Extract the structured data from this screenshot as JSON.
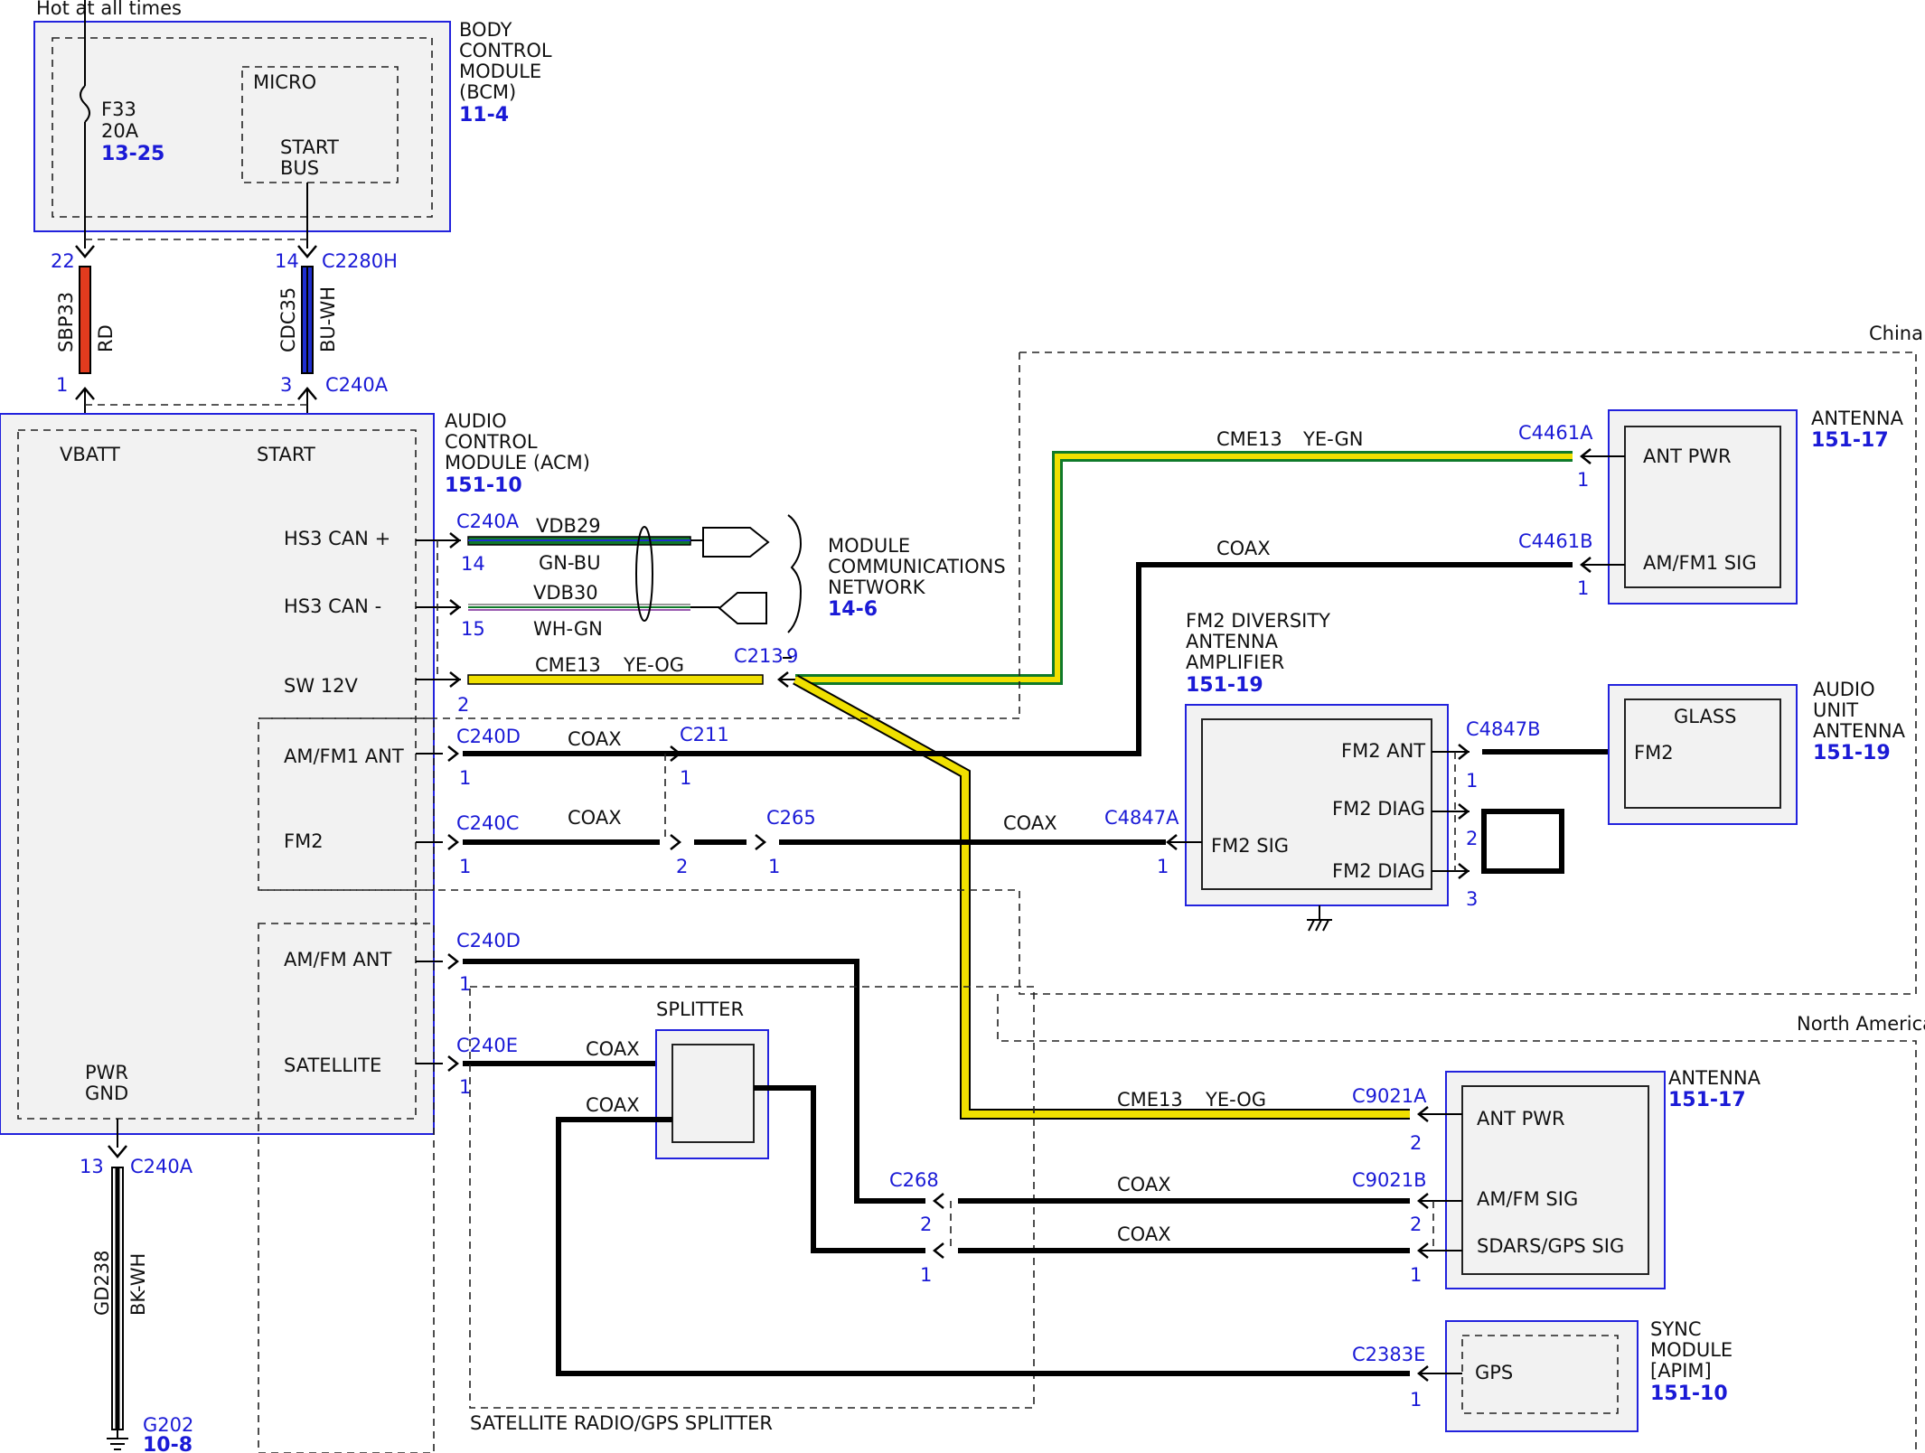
{
  "top_note": "Hot at all times",
  "bcm": {
    "title_lines": [
      "BODY",
      "CONTROL",
      "MODULE",
      "(BCM)"
    ],
    "ref": "11-4",
    "micro": "MICRO",
    "start_bus": [
      "START",
      "BUS"
    ],
    "fuse": "F33",
    "fuse_amps": "20A",
    "fuse_ref": "13-25"
  },
  "bcm_wires": {
    "left": {
      "pin_top": "22",
      "pin_bottom": "1",
      "circuit": "SBP33",
      "color": "RD",
      "hex": "#e23b1e"
    },
    "right": {
      "pin_top": "14",
      "pin_bottom": "3",
      "connector_top": "C2280H",
      "connector_bottom": "C240A",
      "circuit": "CDC35",
      "color": "BU-WH",
      "hex": "#1f2fd0"
    }
  },
  "acm": {
    "title_lines": [
      "AUDIO",
      "CONTROL",
      "MODULE (ACM)"
    ],
    "ref": "151-10",
    "vbatt": "VBATT",
    "start": "START",
    "pins": [
      "HS3 CAN +",
      "HS3 CAN -",
      "SW 12V",
      "AM/FM1 ANT",
      "FM2",
      "AM/FM ANT",
      "SATELLITE"
    ],
    "pwr_gnd": [
      "PWR",
      "GND"
    ]
  },
  "can": {
    "connector": "C240A",
    "plus_pin": "14",
    "plus_circuit": "VDB29",
    "plus_color": "GN-BU",
    "minus_pin": "15",
    "minus_circuit": "VDB30",
    "minus_color": "WH-GN",
    "network_lines": [
      "MODULE",
      "COMMUNICATIONS",
      "NETWORK"
    ],
    "network_ref": "14-6"
  },
  "sw12v": {
    "pin": "2",
    "circuit": "CME13",
    "color": "YE-OG",
    "splice": "C213",
    "splice_pin": "9"
  },
  "china": {
    "region": "China",
    "antenna_title": "ANTENNA",
    "antenna_ref": "151-17",
    "ant_pwr": "ANT PWR",
    "amfm1_sig": "AM/FM1 SIG",
    "c4461a": "C4461A",
    "c4461a_pin": "1",
    "c4461b": "C4461B",
    "c4461b_pin": "1",
    "cme13_circuit": "CME13",
    "cme13_color": "YE-GN",
    "coax": "COAX",
    "fm2_amp_lines": [
      "FM2 DIVERSITY",
      "ANTENNA",
      "AMPLIFIER"
    ],
    "fm2_amp_ref": "151-19",
    "fm2_ant": "FM2 ANT",
    "fm2_diag": "FM2 DIAG",
    "fm2_sig": "FM2 SIG",
    "c4847a": "C4847A",
    "c4847a_pin": "1",
    "c4847b": "C4847B",
    "pins_b": [
      "1",
      "2",
      "3"
    ],
    "audio_ant_lines": [
      "AUDIO",
      "UNIT",
      "ANTENNA"
    ],
    "audio_ant_ref": "151-19",
    "glass": "GLASS",
    "fm2": "FM2",
    "c240d": "C240D",
    "c240c": "C240C",
    "c211": "C211",
    "c265": "C265",
    "pin1": "1",
    "pin2": "2"
  },
  "na": {
    "region": "North America",
    "c240d": "C240D",
    "c240e": "C240E",
    "pin1": "1",
    "pin2": "2",
    "splitter": "SPLITTER",
    "splitter_box_label": "SATELLITE RADIO/GPS SPLITTER",
    "coax": "COAX",
    "c268": "C268",
    "antenna_title": "ANTENNA",
    "antenna_ref": "151-17",
    "ant_pwr": "ANT PWR",
    "amfm_sig": "AM/FM SIG",
    "sdars_sig": "SDARS/GPS SIG",
    "c9021a": "C9021A",
    "c9021b": "C9021B",
    "cme13_circuit": "CME13",
    "cme13_color": "YE-OG",
    "sync_lines": [
      "SYNC",
      "MODULE",
      "[APIM]"
    ],
    "sync_ref": "151-10",
    "gps": "GPS",
    "c2383e": "C2383E"
  },
  "ground": {
    "pin": "13",
    "connector": "C240A",
    "circuit": "GD238",
    "color": "BK-WH",
    "ground": "G202",
    "ground_ref": "10-8"
  },
  "colors": {
    "module_border": "#2222dd",
    "ref_text": "#1a1ad6",
    "yellow": "#f0e000",
    "green": "#0f7a2a"
  }
}
